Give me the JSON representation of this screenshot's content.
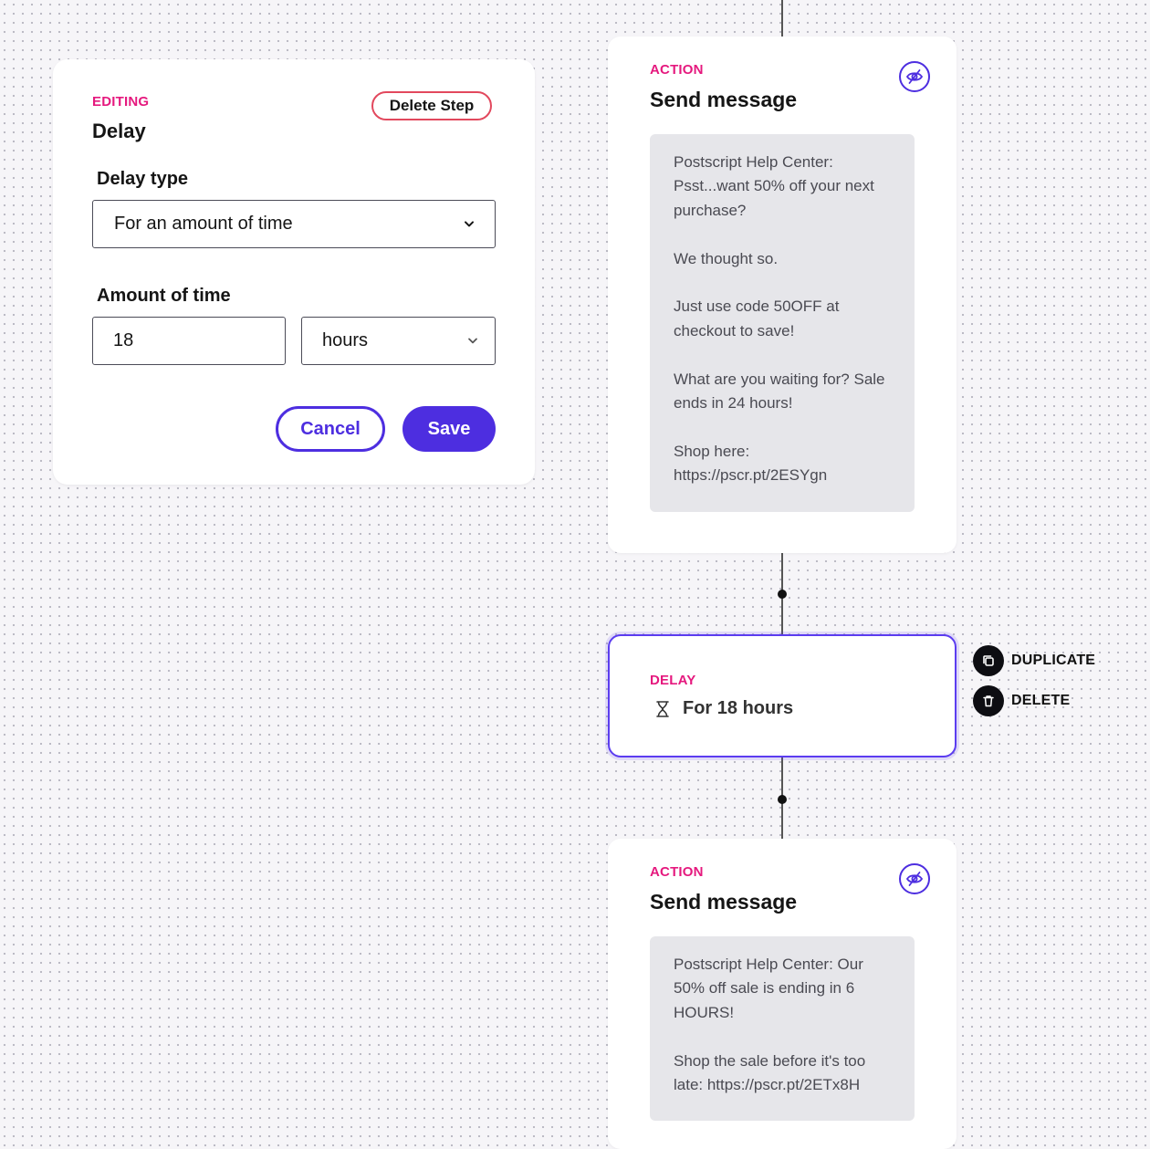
{
  "editor": {
    "editing_label": "EDITING",
    "title": "Delay",
    "delete_step_label": "Delete Step",
    "delay_type_label": "Delay type",
    "delay_type_value": "For an amount of time",
    "amount_label": "Amount of time",
    "amount_value": "18",
    "unit_value": "hours",
    "cancel_label": "Cancel",
    "save_label": "Save"
  },
  "action_card_1": {
    "type_label": "ACTION",
    "title": "Send message",
    "message_paragraphs": [
      "Postscript Help Center: Psst...want 50% off your next purchase?",
      "We thought so.",
      "Just use code 50OFF at checkout to save!",
      "What are you waiting for? Sale ends in 24 hours!",
      "Shop here: https://pscr.pt/2ESYgn"
    ]
  },
  "delay_node": {
    "type_label": "DELAY",
    "summary": "For 18 hours",
    "icon": "hourglass-icon"
  },
  "node_actions": {
    "duplicate_label": "DUPLICATE",
    "delete_label": "DELETE"
  },
  "action_card_2": {
    "type_label": "ACTION",
    "title": "Send message",
    "message_paragraphs": [
      "Postscript Help Center: Our 50% off sale is ending in 6 HOURS!",
      "Shop the sale before it's too late: https://pscr.pt/2ETx8H"
    ]
  },
  "colors": {
    "accent_purple": "#4d2ee0",
    "label_pink": "#e5197e",
    "delete_red": "#e2485d",
    "message_bg": "#e6e6ea"
  }
}
